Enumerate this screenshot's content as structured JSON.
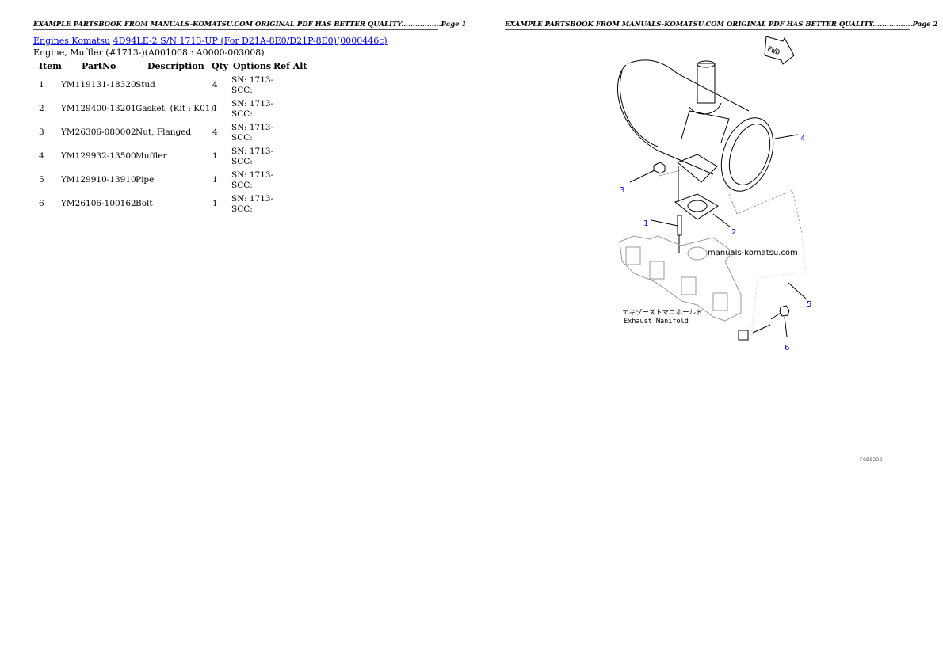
{
  "page1": {
    "header": "EXAMPLE PARTSBOOK FROM MANUALS-KOMATSU.COM ORIGINAL PDF HAS BETTER QUALITY.................Page 1",
    "breadcrumb": [
      "Engines Komatsu",
      "4D94LE-2 S/N 1713-UP (For D21A-8E0/D21P-8E0)(0000446c)"
    ],
    "subtitle": "Engine, Muffler (#1713-)(A001008 : A0000-003008)",
    "columns": [
      "Item",
      "PartNo",
      "Description",
      "Qty",
      "Options",
      "Ref Alt"
    ],
    "rows": [
      {
        "item": "1",
        "partno": "YM119131-18320",
        "description": "Stud",
        "qty": "4",
        "options": [
          "SN: 1713-",
          "SCC:"
        ]
      },
      {
        "item": "2",
        "partno": "YM129400-13201",
        "description": "Gasket, (Kit : K01)",
        "qty": "1",
        "options": [
          "SN: 1713-",
          "SCC:"
        ]
      },
      {
        "item": "3",
        "partno": "YM26306-080002",
        "description": "Nut, Flanged",
        "qty": "4",
        "options": [
          "SN: 1713-",
          "SCC:"
        ]
      },
      {
        "item": "4",
        "partno": "YM129932-13500",
        "description": "Muffler",
        "qty": "1",
        "options": [
          "SN: 1713-",
          "SCC:"
        ]
      },
      {
        "item": "5",
        "partno": "YM129910-13910",
        "description": "Pipe",
        "qty": "1",
        "options": [
          "SN: 1713-",
          "SCC:"
        ]
      },
      {
        "item": "6",
        "partno": "YM26106-100162",
        "description": "Bolt",
        "qty": "1",
        "options": [
          "SN: 1713-",
          "SCC:"
        ]
      }
    ]
  },
  "page2": {
    "header": "EXAMPLE PARTSBOOK FROM MANUALS-KOMATSU.COM ORIGINAL PDF HAS BETTER QUALITY.................Page 2",
    "diagram": {
      "fwd_label": "FWD",
      "watermark": "manuals-komatsu.com",
      "manifold_label_jp": "エキゾーストマニホールド",
      "manifold_label_en": "Exhaust Manifold",
      "callouts": [
        "1",
        "2",
        "3",
        "4",
        "5",
        "6"
      ],
      "callout_color": "#0000ee",
      "figure_code": "FGD8330"
    }
  }
}
